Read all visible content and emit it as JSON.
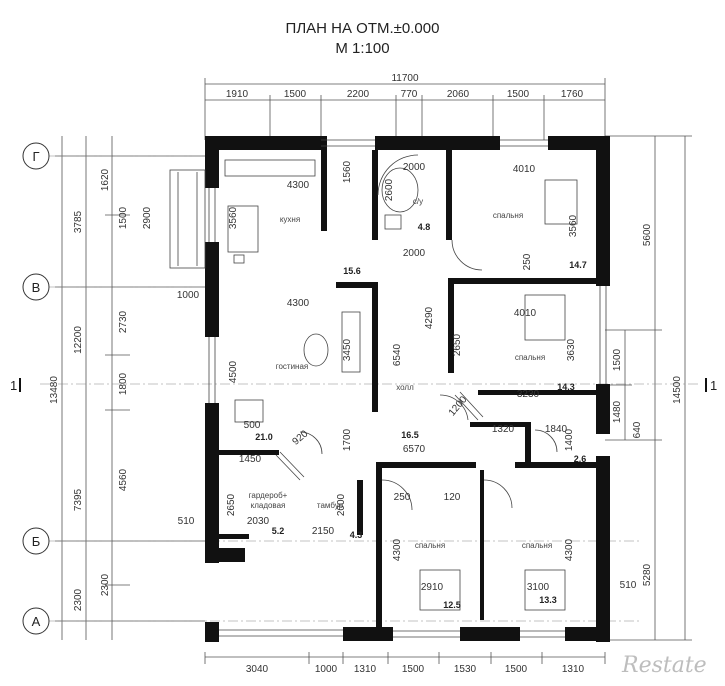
{
  "title_line1": "ПЛАН НА ОТМ.±0.000",
  "title_line2": "М 1:100",
  "watermark": "Restate",
  "overall_top": "11700",
  "top_dims": [
    "1910",
    "1500",
    "2200",
    "770",
    "2060",
    "1500",
    "1760"
  ],
  "bottom_dims": [
    "3040",
    "1000",
    "1310",
    "1500",
    "1530",
    "1500",
    "1310"
  ],
  "left_inner_dims": [
    "1620",
    "1500",
    "2900",
    "2730",
    "1800",
    "4560",
    "2300"
  ],
  "left_mid_dims": [
    "3785",
    "12200",
    "7395"
  ],
  "left_outer_dim": "13480",
  "right_inner_dims": [
    "1500",
    "1480",
    "640",
    "510"
  ],
  "right_mid_dims": [
    "5600",
    "5280"
  ],
  "right_outer_dim": "14500",
  "axes": [
    "Г",
    "В",
    "Б",
    "А"
  ],
  "section_mark": "1",
  "rooms": {
    "kitchen": "кухня",
    "bath": "с/у",
    "bedroom_ne": "спальня",
    "living": "гостиная",
    "bedroom_e": "спальня",
    "hall": "холл",
    "wardrobe_1": "гардероб+",
    "wardrobe_2": "кладовая",
    "vestibule": "тамбур",
    "bedroom_sw": "спальня",
    "bedroom_se": "спальня"
  },
  "areas": {
    "kitchen": "15.6",
    "bath": "4.8",
    "bedroom_ne": "14.7",
    "living": "21.0",
    "bedroom_e": "14.3",
    "hall": "16.5",
    "small_bath": "2.6",
    "wardrobe": "5.2",
    "vestibule": "4.3",
    "bedroom_sw": "12.5",
    "bedroom_se": "13.3"
  },
  "inner_dims": {
    "kitchen_w": "4300",
    "kitchen_h": "3560",
    "k_small": "1560",
    "bath_w": "2000",
    "bath_h": "2600",
    "bath_w2": "2000",
    "ne_w": "4010",
    "ne_h": "3560",
    "d250a": "250",
    "d1000": "1000",
    "living_w": "4300",
    "living_h1": "4500",
    "living_h2": "3450",
    "hall_h": "6540",
    "hall_w": "4290",
    "e_w": "4010",
    "e_h1": "2650",
    "e_h2": "3630",
    "e_w2": "3230",
    "d1200": "1200",
    "d1320": "1320",
    "d1840": "1840",
    "d1400": "1400",
    "d500": "500",
    "d920": "920",
    "d1450": "1450",
    "d1700": "1700",
    "hall_w2": "6570",
    "d2650": "2650",
    "d2030": "2030",
    "d2150": "2150",
    "d2000": "2000",
    "d250b": "250",
    "d120": "120",
    "sw_h": "4300",
    "se_h": "4300",
    "sw_w": "2910",
    "se_w": "3100",
    "d510a": "510",
    "d510b": "510"
  }
}
